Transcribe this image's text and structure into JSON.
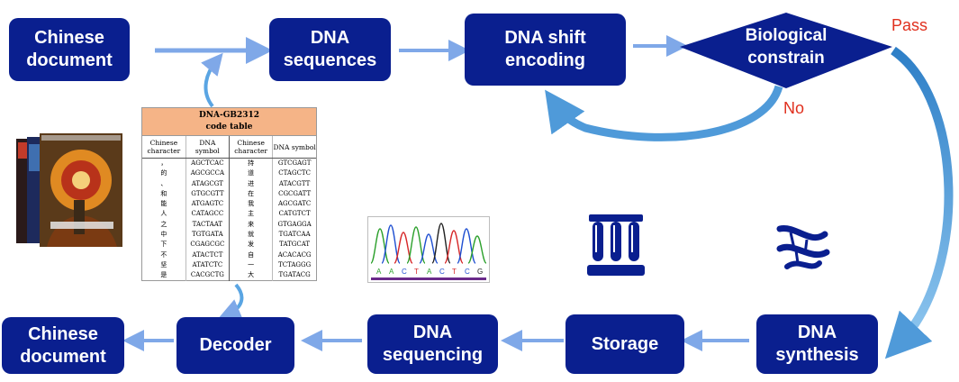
{
  "nodes": {
    "chinese_document_top": "Chinese document",
    "dna_sequences": "DNA sequences",
    "dna_shift_encoding": "DNA shift encoding",
    "biological_constrain": "Biological constrain",
    "dna_synthesis": "DNA synthesis",
    "storage": "Storage",
    "dna_sequencing": "DNA sequencing",
    "decoder": "Decoder",
    "chinese_document_bottom": "Chinese document"
  },
  "labels": {
    "pass": "Pass",
    "no": "No"
  },
  "code_table": {
    "title_line1": "DNA-GB2312",
    "title_line2": "code table",
    "headers": [
      "Chinese character",
      "DNA symbol",
      "Chinese character",
      "DNA symbol"
    ],
    "rows": [
      [
        "，",
        "AGCTCAC",
        "持",
        "GTCGAGT"
      ],
      [
        "的",
        "AGCGCCA",
        "道",
        "CTAGCTC"
      ],
      [
        "、",
        "ATAGCGT",
        "进",
        "ATACGTT"
      ],
      [
        "和",
        "GTGCGTT",
        "在",
        "CGCGATT"
      ],
      [
        "能",
        "ATGAGTC",
        "我",
        "AGCGATC"
      ],
      [
        "人",
        "CATAGCC",
        "主",
        "CATGTCT"
      ],
      [
        "之",
        "TACTAAT",
        "来",
        "GTGAGGA"
      ],
      [
        "中",
        "TGTGATA",
        "就",
        "TGATCAA"
      ],
      [
        "下",
        "CGAGCGC",
        "发",
        "TATGCAT"
      ],
      [
        "不",
        "ATACTCT",
        "自",
        "ACACACG"
      ],
      [
        "坚",
        "ATATCTC",
        "一",
        "TCTAGGG"
      ],
      [
        "是",
        "CACGCTG",
        "大",
        "TGATACG"
      ]
    ]
  },
  "sequencing_bases": [
    "A",
    "A",
    "C",
    "T",
    "A",
    "C",
    "T",
    "C",
    "G"
  ],
  "colors": {
    "node_fill": "#0a1f8f",
    "arrow": "#7fa8e8",
    "feedback_arrow": "#4f9ad9",
    "pass_no_text": "#e0301e",
    "table_header": "#f5b487"
  },
  "icons": [
    "books-photo",
    "sequencing-chromatogram",
    "test-tubes-icon",
    "dna-helix-icon"
  ]
}
